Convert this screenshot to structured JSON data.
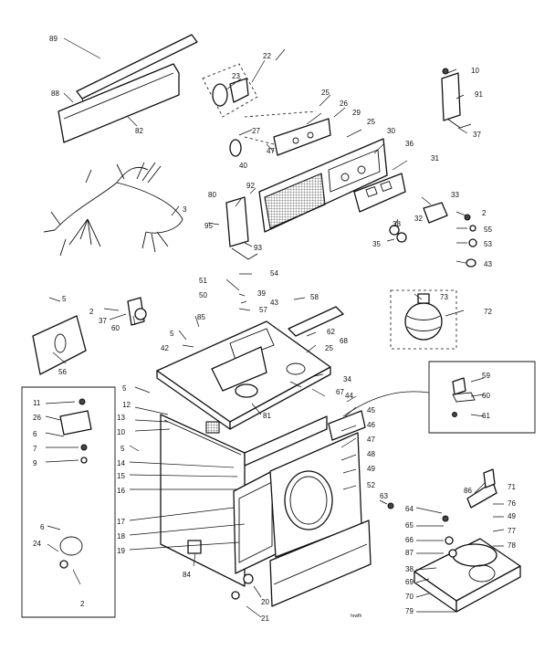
{
  "diagram": {
    "footer_code": "hrwfh",
    "callouts": [
      {
        "id": "c89",
        "text": "89"
      },
      {
        "id": "c88",
        "text": "88"
      },
      {
        "id": "c82",
        "text": "82"
      },
      {
        "id": "c22",
        "text": "22"
      },
      {
        "id": "c23",
        "text": "23"
      },
      {
        "id": "c25a",
        "text": "25"
      },
      {
        "id": "c26",
        "text": "26"
      },
      {
        "id": "c29",
        "text": "29"
      },
      {
        "id": "c25b",
        "text": "25"
      },
      {
        "id": "c27",
        "text": "27"
      },
      {
        "id": "c47",
        "text": "47"
      },
      {
        "id": "c40",
        "text": "40"
      },
      {
        "id": "c30",
        "text": "30"
      },
      {
        "id": "c36",
        "text": "36"
      },
      {
        "id": "c31",
        "text": "31"
      },
      {
        "id": "c10",
        "text": "10"
      },
      {
        "id": "c91",
        "text": "91"
      },
      {
        "id": "c37a",
        "text": "37"
      },
      {
        "id": "c3",
        "text": "3"
      },
      {
        "id": "c80",
        "text": "80"
      },
      {
        "id": "c92",
        "text": "92"
      },
      {
        "id": "c95",
        "text": "95"
      },
      {
        "id": "c93",
        "text": "93"
      },
      {
        "id": "c33",
        "text": "33"
      },
      {
        "id": "c32",
        "text": "32"
      },
      {
        "id": "c38",
        "text": "38"
      },
      {
        "id": "c35",
        "text": "35"
      },
      {
        "id": "c2a",
        "text": "2"
      },
      {
        "id": "c55",
        "text": "55"
      },
      {
        "id": "c53",
        "text": "53"
      },
      {
        "id": "c43a",
        "text": "43"
      },
      {
        "id": "c5a",
        "text": "5"
      },
      {
        "id": "c51",
        "text": "51"
      },
      {
        "id": "c54",
        "text": "54"
      },
      {
        "id": "c50",
        "text": "50"
      },
      {
        "id": "c39",
        "text": "39"
      },
      {
        "id": "c43b",
        "text": "43"
      },
      {
        "id": "c57",
        "text": "57"
      },
      {
        "id": "c58",
        "text": "58"
      },
      {
        "id": "c73",
        "text": "73"
      },
      {
        "id": "c72",
        "text": "72"
      },
      {
        "id": "c2b",
        "text": "2"
      },
      {
        "id": "c37b",
        "text": "37"
      },
      {
        "id": "c60",
        "text": "60"
      },
      {
        "id": "c85",
        "text": "85"
      },
      {
        "id": "c56",
        "text": "56"
      },
      {
        "id": "c42",
        "text": "42"
      },
      {
        "id": "c5b",
        "text": "5"
      },
      {
        "id": "c62",
        "text": "62"
      },
      {
        "id": "c68",
        "text": "68"
      },
      {
        "id": "c25c",
        "text": "25"
      },
      {
        "id": "c34",
        "text": "34"
      },
      {
        "id": "c67",
        "text": "67"
      },
      {
        "id": "c44",
        "text": "44"
      },
      {
        "id": "c59",
        "text": "59"
      },
      {
        "id": "c60b",
        "text": "60"
      },
      {
        "id": "c61",
        "text": "61"
      },
      {
        "id": "c11",
        "text": "11"
      },
      {
        "id": "c26b",
        "text": "26"
      },
      {
        "id": "c6a",
        "text": "6"
      },
      {
        "id": "c7",
        "text": "7"
      },
      {
        "id": "c9",
        "text": "9"
      },
      {
        "id": "c5c",
        "text": "5"
      },
      {
        "id": "c12",
        "text": "12"
      },
      {
        "id": "c13",
        "text": "13"
      },
      {
        "id": "c10b",
        "text": "10"
      },
      {
        "id": "c81",
        "text": "81"
      },
      {
        "id": "c45",
        "text": "45"
      },
      {
        "id": "c46",
        "text": "46"
      },
      {
        "id": "c47b",
        "text": "47"
      },
      {
        "id": "c48",
        "text": "48"
      },
      {
        "id": "c49",
        "text": "49"
      },
      {
        "id": "c52",
        "text": "52"
      },
      {
        "id": "c5d",
        "text": "5"
      },
      {
        "id": "c14",
        "text": "14"
      },
      {
        "id": "c15",
        "text": "15"
      },
      {
        "id": "c16",
        "text": "16"
      },
      {
        "id": "c17",
        "text": "17"
      },
      {
        "id": "c18",
        "text": "18"
      },
      {
        "id": "c19",
        "text": "19"
      },
      {
        "id": "c6b",
        "text": "6"
      },
      {
        "id": "c24",
        "text": "24"
      },
      {
        "id": "c2c",
        "text": "2"
      },
      {
        "id": "c84",
        "text": "84"
      },
      {
        "id": "c20",
        "text": "20"
      },
      {
        "id": "c21",
        "text": "21"
      },
      {
        "id": "c63",
        "text": "63"
      },
      {
        "id": "c86",
        "text": "86"
      },
      {
        "id": "c71",
        "text": "71"
      },
      {
        "id": "c64",
        "text": "64"
      },
      {
        "id": "c76",
        "text": "76"
      },
      {
        "id": "c65",
        "text": "65"
      },
      {
        "id": "c49b",
        "text": "49"
      },
      {
        "id": "c66",
        "text": "66"
      },
      {
        "id": "c77",
        "text": "77"
      },
      {
        "id": "c87",
        "text": "87"
      },
      {
        "id": "c78",
        "text": "78"
      },
      {
        "id": "c38b",
        "text": "38"
      },
      {
        "id": "c69",
        "text": "69"
      },
      {
        "id": "c70",
        "text": "70"
      },
      {
        "id": "c79",
        "text": "79"
      }
    ]
  }
}
